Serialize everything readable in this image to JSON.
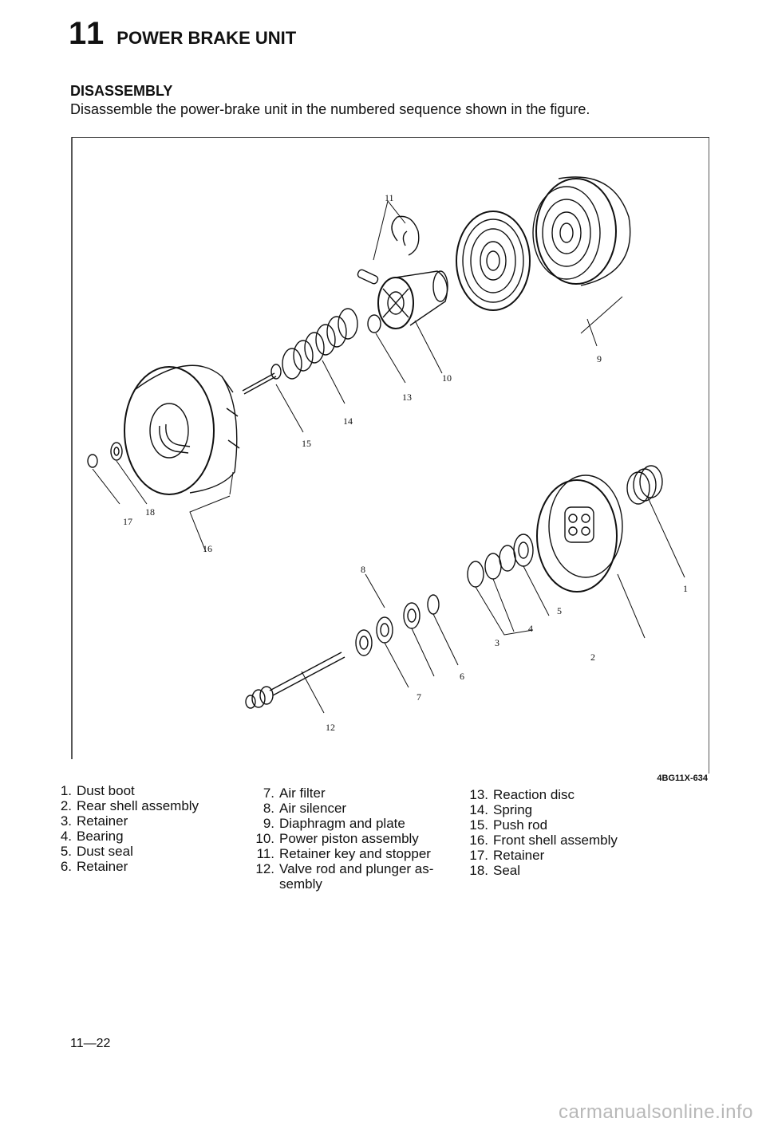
{
  "header": {
    "chapter_number": "11",
    "title": "POWER BRAKE UNIT"
  },
  "section": {
    "heading": "DISASSEMBLY",
    "intro": "Disassemble the power-brake unit in the numbered sequence shown in the figure."
  },
  "figure": {
    "id": "4BG11X-634",
    "callouts": [
      "1",
      "2",
      "3",
      "4",
      "5",
      "6",
      "7",
      "8",
      "9",
      "10",
      "11",
      "12",
      "13",
      "14",
      "15",
      "16",
      "17",
      "18"
    ]
  },
  "legend": {
    "columns": [
      [
        {
          "n": "1.",
          "text": "Dust boot"
        },
        {
          "n": "2.",
          "text": "Rear shell assembly"
        },
        {
          "n": "3.",
          "text": "Retainer"
        },
        {
          "n": "4.",
          "text": "Bearing"
        },
        {
          "n": "5.",
          "text": "Dust seal"
        },
        {
          "n": "6.",
          "text": "Retainer"
        }
      ],
      [
        {
          "n": "7.",
          "text": "Air filter"
        },
        {
          "n": "8.",
          "text": "Air silencer"
        },
        {
          "n": "9.",
          "text": "Diaphragm and plate"
        },
        {
          "n": "10.",
          "text": "Power piston assembly"
        },
        {
          "n": "11.",
          "text": "Retainer key and stopper"
        },
        {
          "n": "12.",
          "text": "Valve rod and plunger as-sembly"
        }
      ],
      [
        {
          "n": "13.",
          "text": "Reaction disc"
        },
        {
          "n": "14.",
          "text": "Spring"
        },
        {
          "n": "15.",
          "text": "Push rod"
        },
        {
          "n": "16.",
          "text": "Front shell assembly"
        },
        {
          "n": "17.",
          "text": "Retainer"
        },
        {
          "n": "18.",
          "text": "Seal"
        }
      ]
    ]
  },
  "footer": {
    "page_number": "11—22"
  },
  "watermark": "carmanualsonline.info"
}
